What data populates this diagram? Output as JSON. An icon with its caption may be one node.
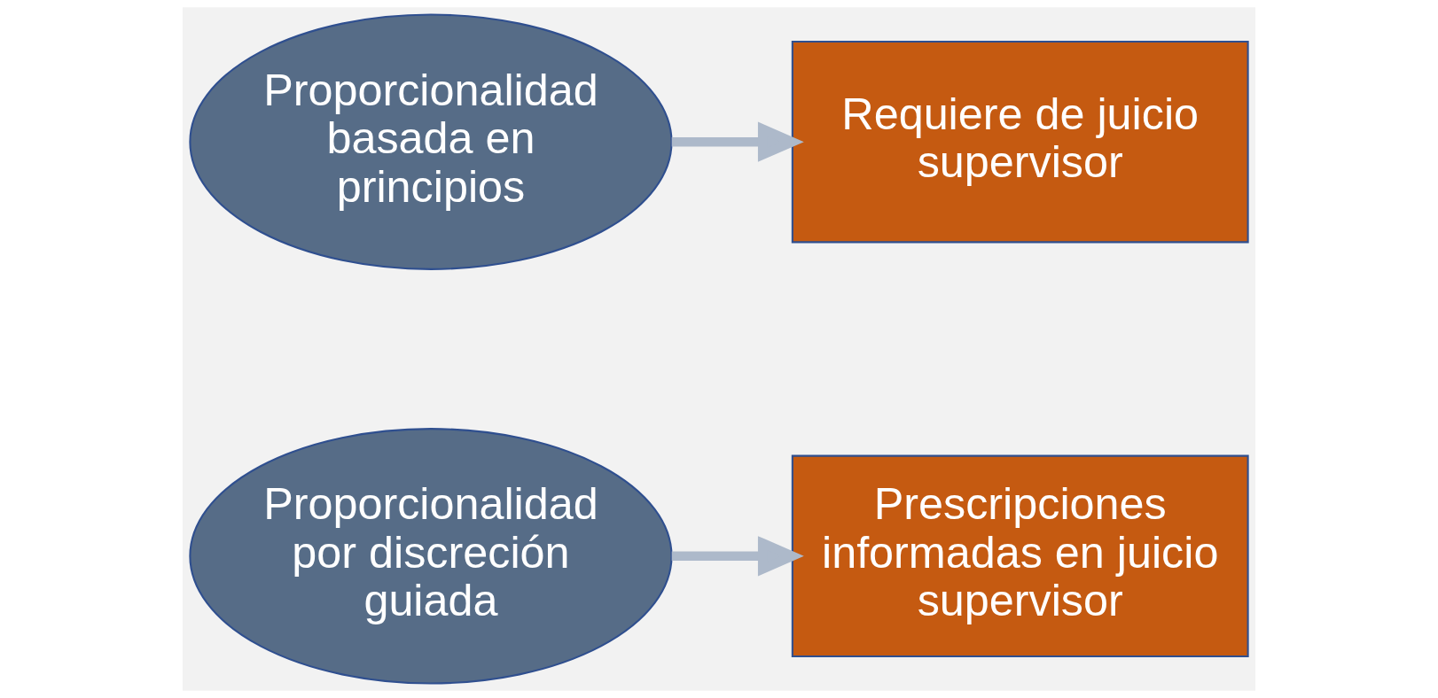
{
  "diagram": {
    "nodes": [
      {
        "text": [
          "Proporcionalidad basada en principios"
        ]
      },
      {
        "text": [
          "Requiere de juicio supervisor"
        ]
      },
      {
        "text": [
          "Proporcionalidad por discreción guiada"
        ]
      },
      {
        "text": [
          "Prescripciones informadas en juicio supervisor"
        ]
      }
    ],
    "edges": [
      {
        "from": 0,
        "to": 1,
        "arrow": "to"
      },
      {
        "from": 2,
        "to": 3,
        "arrow": "to"
      }
    ]
  }
}
